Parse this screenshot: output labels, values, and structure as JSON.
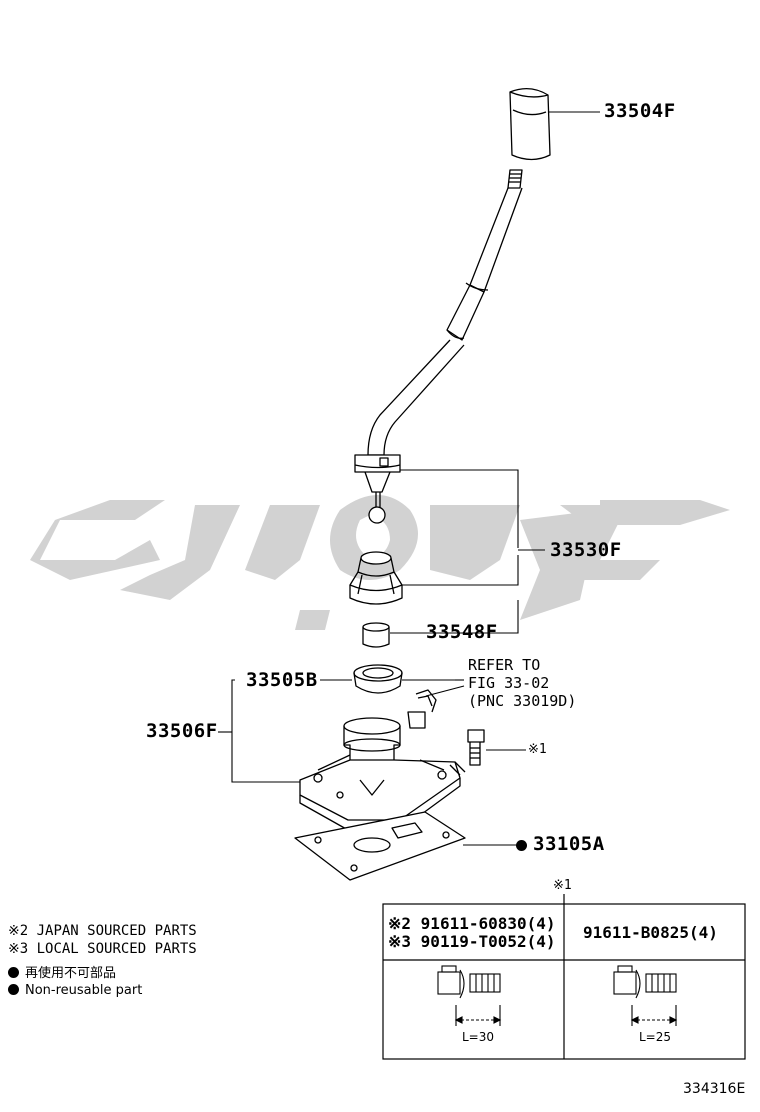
{
  "watermark": {
    "text": "یدکی",
    "color": "#d3d3d3"
  },
  "callouts": {
    "p33504F": "33504F",
    "p33530F": "33530F",
    "p33548F": "33548F",
    "p33505B": "33505B",
    "p33506F": "33506F",
    "p33105A": "33105A"
  },
  "refer": [
    "REFER TO",
    "FIG 33-02",
    "(PNC 33019D)"
  ],
  "bolt_marker": "※1",
  "table": {
    "marker": "※1",
    "col1": {
      "line1": "※2 91611-60830(4)",
      "line2": "※3 90119-T0052(4)",
      "dim": "L=30"
    },
    "col2": {
      "line1": "91611-B0825(4)",
      "dim": "L=25"
    }
  },
  "legend": {
    "japan": "※2 JAPAN SOURCED PARTS",
    "local": "※3 LOCAL SOURCED PARTS",
    "nonreuse_jp": "再使用不可部品",
    "nonreuse_en": "Non-reusable part"
  },
  "figure_id": "334316E"
}
